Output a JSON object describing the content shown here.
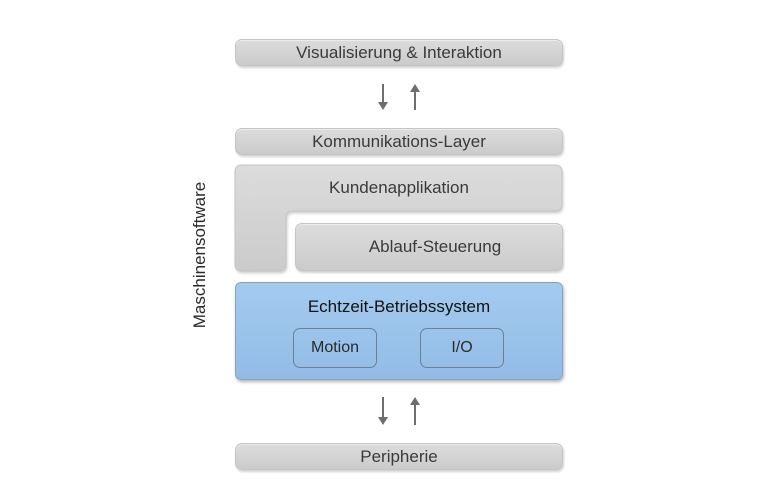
{
  "diagram": {
    "top_layer": "Visualisierung  & Interaktion",
    "communication_layer": "Kommunikations-Layer",
    "customer_application": "Kundenapplikation",
    "sequence_control": "Ablauf-Steuerung",
    "realtime_os": {
      "title": "Echtzeit-Betriebssystem",
      "modules": [
        "Motion",
        "I/O"
      ]
    },
    "peripherals": "Peripherie",
    "side_label": "Maschinensoftware",
    "colors": {
      "layer_gray": "#d3d3d3",
      "realtime_blue": "#9ac4ec",
      "arrow_gray": "#6e6e6e"
    }
  }
}
